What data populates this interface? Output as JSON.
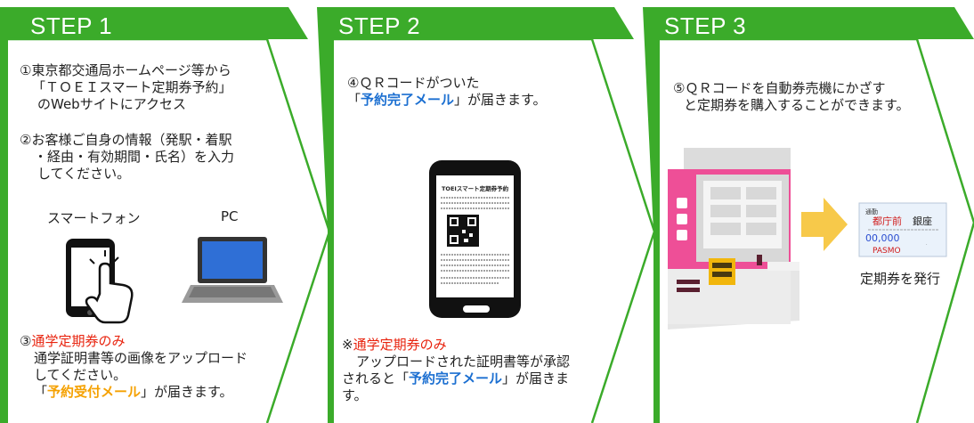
{
  "steps": [
    {
      "title": "STEP 1",
      "item1": {
        "line1": "①東京都交通局ホームページ等から",
        "line2": "「ＴＯＥＩスマート定期券予約」",
        "line3": "のWebサイトにアクセス"
      },
      "item2": {
        "line1": "②お客様ご自身の情報（発駅・着駅",
        "line2": "・経由・有効期間・氏名）を入力",
        "line3": "してください。"
      },
      "devices": {
        "smartphone": "スマートフォン",
        "pc": "PC"
      },
      "item3": {
        "prefix": "③",
        "highlight": "通学定期券のみ",
        "line2": "通学証明書等の画像をアップロード",
        "line3": "してください。",
        "mail_open": "「",
        "mail_name": "予約受付メール",
        "mail_close": "」が届きます。"
      }
    },
    {
      "title": "STEP 2",
      "item4": {
        "line1": "④ＱＲコードがついた",
        "mail_open": "「",
        "mail_name": "予約完了メール",
        "mail_close": "」が届きます。"
      },
      "phone_header": "TOEIスマート定期券予約",
      "note": {
        "prefix": "※",
        "highlight": "通学定期券のみ",
        "line2": "アップロードされた証明書等が承認",
        "line3_open": "されると「",
        "mail_name": "予約完了メール",
        "line3_close": "」が届きま",
        "line4": "す。"
      }
    },
    {
      "title": "STEP 3",
      "item5": {
        "line1": "⑤ＱＲコードを自動券売機にかざす",
        "line2": "と定期券を購入することができます。"
      },
      "ticket": {
        "top_left": "通勤",
        "station1": "都庁前",
        "station2": "銀座",
        "price": "00,000",
        "brand": "PASMO"
      },
      "issue_label": "定期券を発行"
    }
  ],
  "colors": {
    "green": "#3bab2a",
    "accent_red": "#e8230e",
    "accent_blue": "#1b6fd1",
    "accent_orange": "#f5a100",
    "machine_pink": "#ee4f97"
  }
}
